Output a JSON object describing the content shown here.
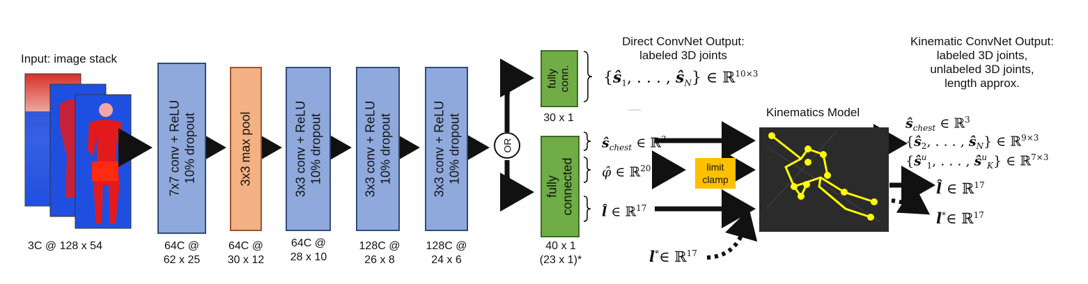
{
  "input": {
    "label": "Input: image stack",
    "size": "3C @ 128 x 54"
  },
  "layers": [
    {
      "text": "7x7 conv + ReLU\n10% dropout",
      "size_line1": "64C @",
      "size_line2": "62 x 25",
      "color": "#8fa9dc"
    },
    {
      "text": "3x3 max pool",
      "size_line1": "64C @",
      "size_line2": "30 x 12",
      "color": "#f4b183"
    },
    {
      "text": "3x3 conv + ReLU\n10% dropout",
      "size_line1": "64C @",
      "size_line2": "28 x 10",
      "color": "#8fa9dc"
    },
    {
      "text": "3x3 conv + ReLU\n10% dropout",
      "size_line1": "128C @",
      "size_line2": "26 x 8",
      "color": "#8fa9dc"
    },
    {
      "text": "3x3 conv + ReLU\n10% dropout",
      "size_line1": "128C @",
      "size_line2": "24 x 6",
      "color": "#8fa9dc"
    }
  ],
  "or_label": "OR",
  "fc_top": {
    "text": "fully\nconn.",
    "size": "30 x 1",
    "color": "#70ad47"
  },
  "fc_bottom": {
    "text": "fully\nconnected",
    "size_line1": "40 x 1",
    "size_line2": "(23 x 1)*",
    "color": "#70ad47"
  },
  "direct_output": {
    "title_line1": "Direct ConvNet Output:",
    "title_line2": "labeled 3D joints"
  },
  "kinematic_output": {
    "title_line1": "Kinematic ConvNet Output:",
    "title_line2": "labeled 3D joints,",
    "title_line3": "unlabeled 3D joints,",
    "title_line4": "length approx."
  },
  "kinematics_model": {
    "title": "Kinematics Model"
  },
  "limit_clamp": {
    "line1": "limit",
    "line2": "clamp",
    "color": "#ffc000"
  },
  "colors": {
    "conv": "#8fa9dc",
    "pool": "#f4b183",
    "fc": "#70ad47",
    "clamp": "#ffc000",
    "model_bg": "#2b2b2b",
    "skeleton": "#ffff00"
  }
}
